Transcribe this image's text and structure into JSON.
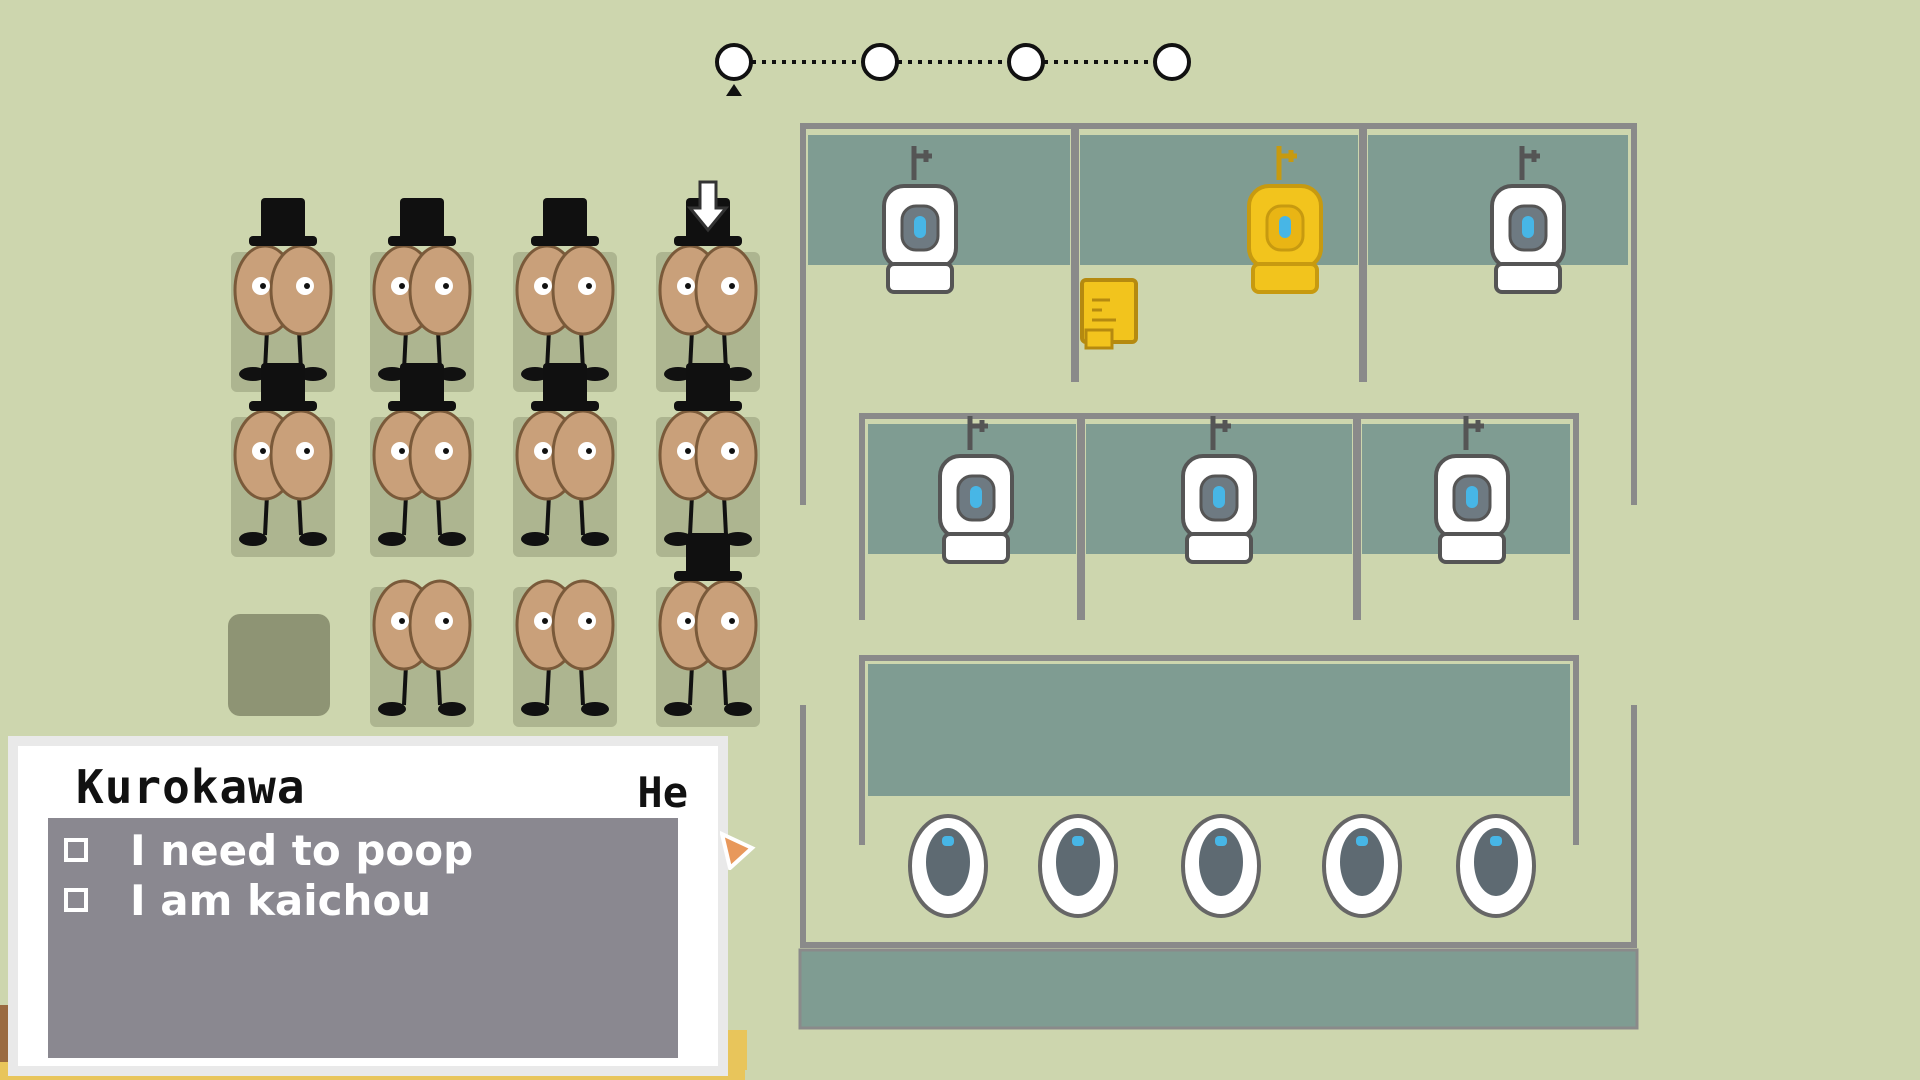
{
  "progress": {
    "stages": 4,
    "current": 1
  },
  "queue": {
    "rows": [
      [
        true,
        true,
        true,
        true
      ],
      [
        true,
        true,
        true,
        true
      ],
      [
        false,
        false,
        false,
        true
      ]
    ],
    "empty_slot": [
      2,
      0
    ],
    "arrow_target": [
      0,
      3
    ]
  },
  "character_card": {
    "name": "Kurokawa",
    "pronoun": "He",
    "traits": [
      {
        "label": "I need to poop",
        "checked": false
      },
      {
        "label": "I am kaichou",
        "checked": false
      }
    ]
  },
  "colors": {
    "background": "#cdd6ae",
    "stall_wall": "#7f9c92",
    "frame": "#8a8a8a",
    "urinal_gold": "#f2c41d",
    "panel": "#8a8890",
    "bun": "#c9a07a",
    "hat": "#101010"
  },
  "icons": [
    "progress-node-icon",
    "pointer-arrow-icon",
    "top-hat-icon",
    "urinal-icon",
    "squat-toilet-icon",
    "toilet-paper-icon",
    "checkbox-icon"
  ]
}
